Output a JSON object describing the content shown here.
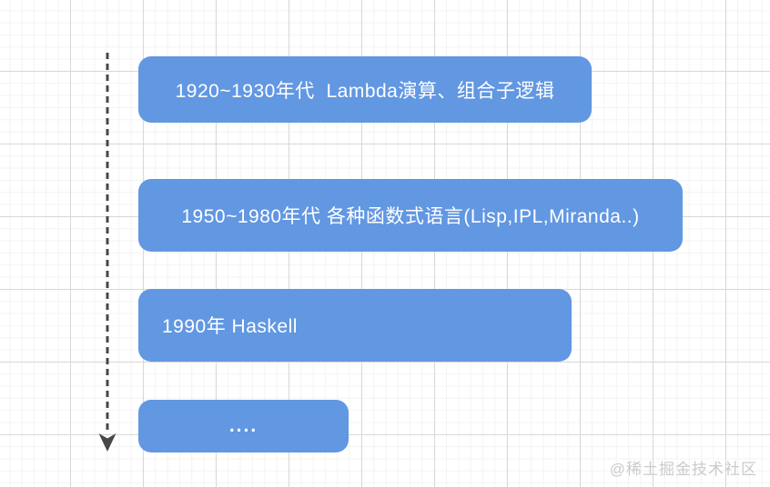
{
  "diagram": {
    "type": "timeline",
    "direction": "vertical",
    "arrow": {
      "icon": "dashed-arrow-down",
      "style": "dashed",
      "color": "#484848"
    },
    "boxes": [
      {
        "label": "1920~1930年代  Lambda演算、组合子逻辑"
      },
      {
        "label": "1950~1980年代 各种函数式语言(Lisp,IPL,Miranda..)"
      },
      {
        "label": "1990年 Haskell"
      },
      {
        "label": "...."
      }
    ],
    "colors": {
      "box_fill": "#6297e2",
      "box_text": "#ffffff",
      "background": "#ffffff",
      "grid_minor": "#f3f3f3",
      "grid_major": "#d8d8d8"
    }
  },
  "watermark": {
    "text": "@稀土掘金技术社区",
    "color": "#cbcbcb"
  }
}
